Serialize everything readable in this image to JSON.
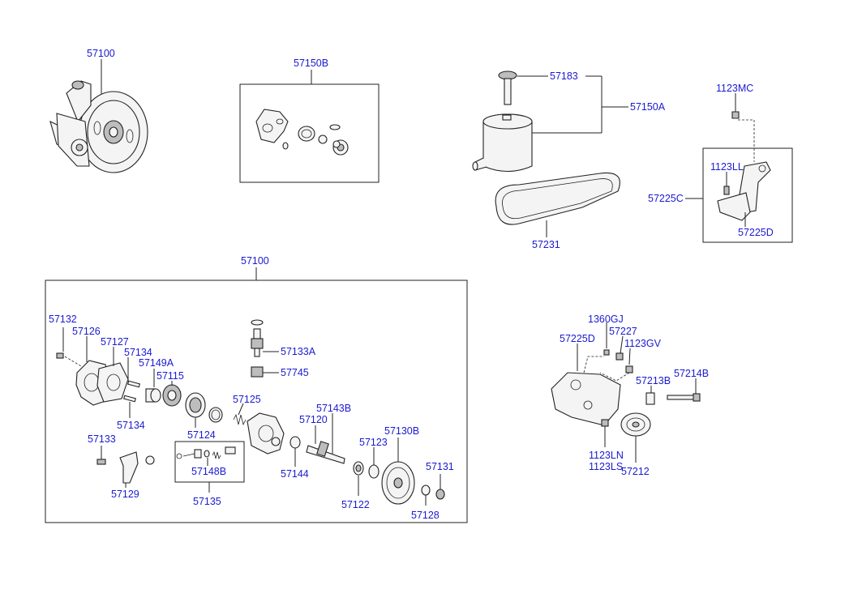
{
  "diagram": {
    "labels": {
      "pump_assembly_top": "57100",
      "seal_kit": "57150B",
      "reservoir_cap": "57183",
      "reservoir_assembly": "57150A",
      "reservoir_hose_band": "57231",
      "bolt_1123mc": "1123MC",
      "bolt_1123ll": "1123LL",
      "bracket_57225c": "57225C",
      "bracket_57225d_top": "57225D",
      "pump_assembly_box": "57100",
      "p57132": "57132",
      "p57126": "57126",
      "p57127": "57127",
      "p57134_upper": "57134",
      "p57149a": "57149A",
      "p57115": "57115",
      "p57134_lower": "57134",
      "p57124": "57124",
      "p57125": "57125",
      "p57133a": "57133A",
      "p57745": "57745",
      "p57143b": "57143B",
      "p57120": "57120",
      "p57130b": "57130B",
      "p57123": "57123",
      "p57133": "57133",
      "p57148b": "57148B",
      "p57144": "57144",
      "p57131": "57131",
      "p57129": "57129",
      "p57135": "57135",
      "p57122": "57122",
      "p57128": "57128",
      "p1360gj": "1360GJ",
      "p57225d_lower": "57225D",
      "p57227": "57227",
      "p1123gv": "1123GV",
      "p57213b": "57213B",
      "p57214b": "57214B",
      "p1123ln": "1123LN",
      "p1123ls": "1123LS",
      "p57212": "57212"
    },
    "colors": {
      "label": "#1a1ad0",
      "line": "#222222",
      "background": "#ffffff"
    }
  }
}
